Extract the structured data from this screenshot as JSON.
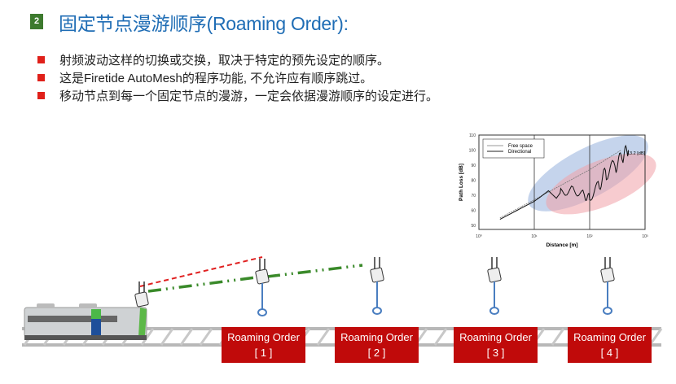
{
  "header": {
    "badge": "2",
    "title": "固定节点漫游顺序(Roaming Order):"
  },
  "bullets": [
    "射频波动这样的切换或交换，取决于特定的预先设定的顺序。",
    "这是Firetide AutoMesh的程序功能, 不允许应有顺序跳过。",
    "移动节点到每一个固定节点的漫游，一定会依据漫游顺序的设定进行。"
  ],
  "roaming_orders": [
    {
      "label": "Roaming Order",
      "index": "[ 1 ]"
    },
    {
      "label": "Roaming Order",
      "index": "[ 2 ]"
    },
    {
      "label": "Roaming Order",
      "index": "[ 3 ]"
    },
    {
      "label": "Roaming Order",
      "index": "[ 4 ]"
    }
  ],
  "colors": {
    "title": "#1f6db5",
    "badge": "#3d7a2e",
    "bullet": "#e0201a",
    "order_box": "#c00a0a",
    "link_green": "#3a8a2a",
    "link_red": "#e02020"
  },
  "chart_data": {
    "type": "line",
    "xlabel": "Distance [m]",
    "ylabel": "Path Loss [dB]",
    "xscale": "log",
    "xlim": [
      1,
      1000
    ],
    "ylim": [
      45,
      110
    ],
    "xticks": [
      "10⁰",
      "10¹",
      "10²",
      "10³"
    ],
    "yticks": [
      "50",
      "60",
      "70",
      "80",
      "90",
      "100",
      "110"
    ],
    "legend": [
      "Free space",
      "Directional"
    ],
    "legend_position": "top-left",
    "annotation": "13.2 [dB]",
    "series": [
      {
        "name": "Free space",
        "x": [
          2.4,
          10,
          100,
          370
        ],
        "values": [
          55,
          67,
          87,
          100
        ]
      },
      {
        "name": "Directional",
        "x": [
          2.4,
          10,
          13,
          18,
          25,
          30,
          50,
          80,
          100,
          150,
          200,
          300,
          400,
          500
        ],
        "values": [
          54,
          66,
          69,
          73,
          68,
          72,
          74,
          70,
          68,
          78,
          85,
          90,
          96,
          100
        ]
      }
    ]
  }
}
